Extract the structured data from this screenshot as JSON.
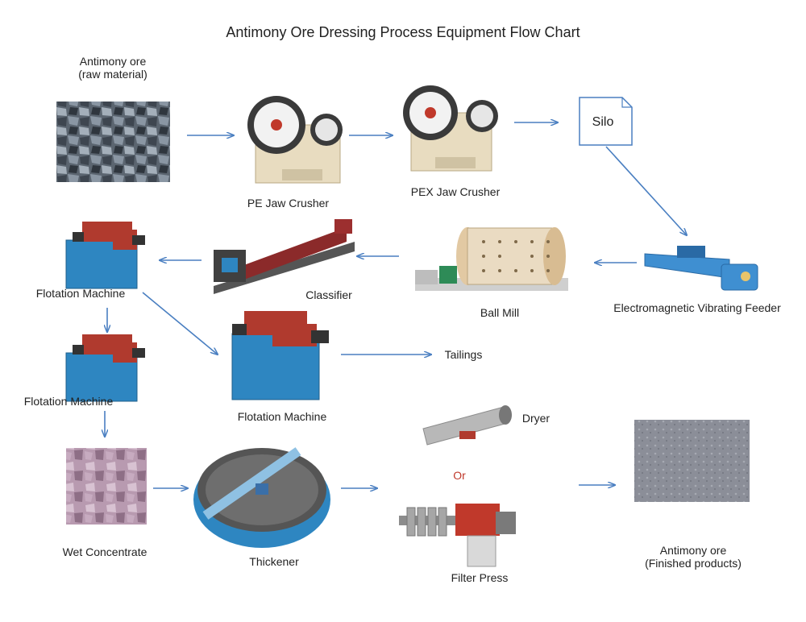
{
  "title": "Antimony Ore Dressing Process Equipment Flow Chart",
  "nodes": {
    "raw_ore": {
      "line1": "Antimony ore",
      "line2": "(raw material)"
    },
    "pe_jaw_crusher": "PE Jaw Crusher",
    "pex_jaw_crusher": "PEX Jaw Crusher",
    "silo": "Silo",
    "vibrating_feeder": "Electromagnetic Vibrating Feeder",
    "ball_mill": "Ball Mill",
    "classifier": "Classifier",
    "flotation_1": "Flotation Machine",
    "flotation_2": "Flotation Machine",
    "flotation_3": "Flotation Machine",
    "tailings": "Tailings",
    "wet_concentrate": "Wet Concentrate",
    "thickener": "Thickener",
    "dryer": "Dryer",
    "or": "Or",
    "filter_press": "Filter Press",
    "finished": {
      "line1": "Antimony ore",
      "line2": "(Finished products)"
    }
  },
  "colors": {
    "arrow": "#4a7fc1",
    "or_text": "#c0392b",
    "machine_blue": "#2e86c1",
    "machine_red": "#b03a2e"
  }
}
